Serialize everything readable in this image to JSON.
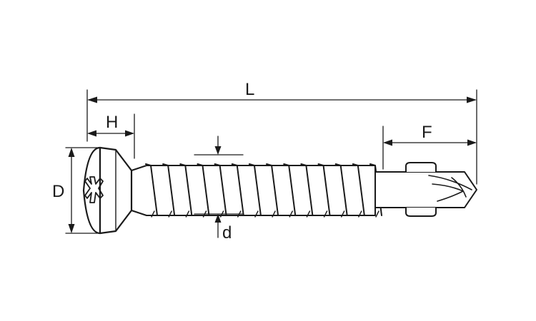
{
  "dimensions": {
    "length_label": "L",
    "head_height_label": "H",
    "head_diameter_label": "D",
    "drill_point_label": "F",
    "thread_diameter_label": "d"
  },
  "colors": {
    "ink": "#1a1a1a",
    "screw_fill": "#ffffff",
    "background": "#ffffff"
  },
  "parts": {
    "head_icon": "phillips-cross-recess-icon",
    "thread_count": 14
  }
}
